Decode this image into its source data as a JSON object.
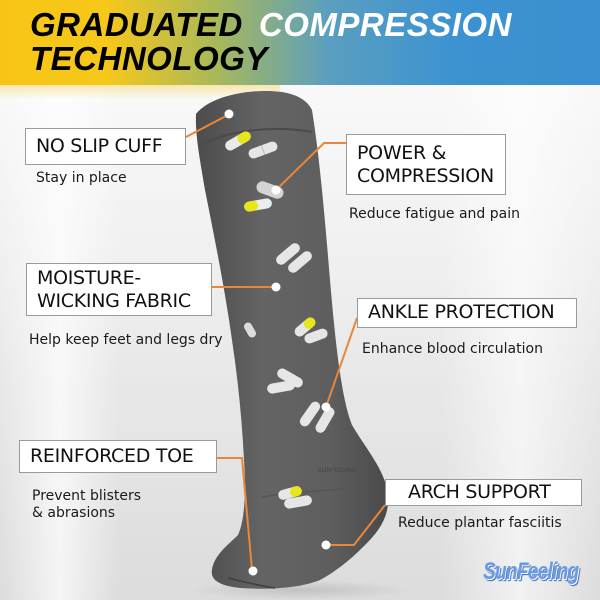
{
  "header": {
    "line1_word1": "GRADUATED",
    "line1_word2": "COMPRESSION",
    "line2": "TECHNOLOGY",
    "gradient_colors": [
      "#f8c515",
      "#a9b85a",
      "#3d93d1"
    ]
  },
  "features": [
    {
      "title_lines": [
        "NO SLIP CUFF"
      ],
      "description_lines": [
        "Stay in place"
      ]
    },
    {
      "title_lines": [
        "POWER &",
        "COMPRESSION"
      ],
      "description_lines": [
        "Reduce fatigue and pain"
      ]
    },
    {
      "title_lines": [
        "MOISTURE-",
        "WICKING FABRIC"
      ],
      "description_lines": [
        "Help keep feet and legs dry"
      ]
    },
    {
      "title_lines": [
        "ANKLE PROTECTION"
      ],
      "description_lines": [
        "Enhance blood circulation"
      ]
    },
    {
      "title_lines": [
        "REINFORCED TOE"
      ],
      "description_lines": [
        "Prevent blisters",
        "& abrasions"
      ]
    },
    {
      "title_lines": [
        "ARCH SUPPORT"
      ],
      "description_lines": [
        "Reduce plantar fasciitis"
      ]
    }
  ],
  "product": {
    "name": "compression-sock",
    "sock_color": "#5f5f5f",
    "pattern": "pill-capsules",
    "capsule_colors": [
      "#e9e9e9",
      "#e6e61a"
    ],
    "leader_line_color": "#e8873a"
  },
  "brand": {
    "logo_text": "SunFeeling",
    "color": "#6a9be0"
  }
}
